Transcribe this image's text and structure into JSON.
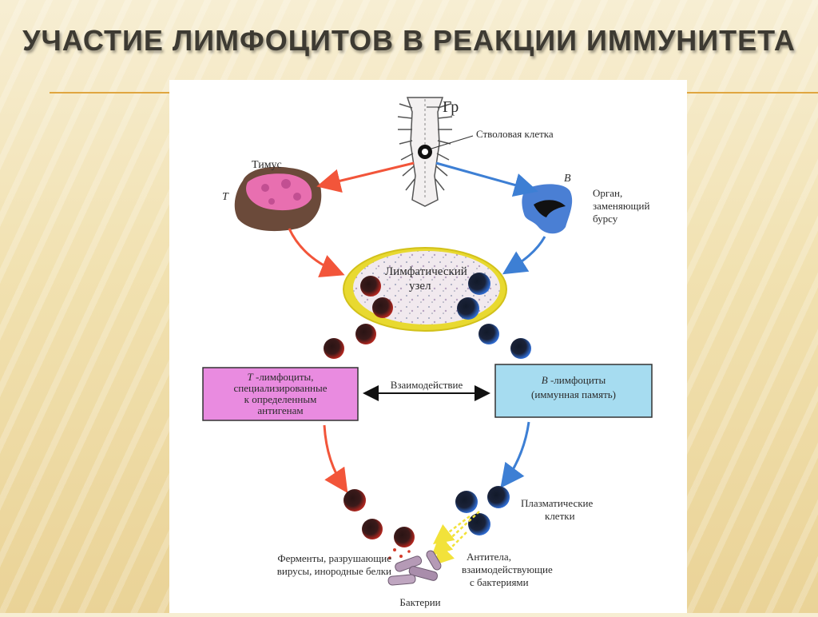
{
  "title": "УЧАСТИЕ ЛИМФОЦИТОВ В РЕАКЦИИ ИММУНИТЕТА",
  "labels": {
    "gr": "Гр",
    "stem_cell": "Стволовая клетка",
    "thymus": "Тимус",
    "t": "T",
    "b": "B",
    "organ_1": "Орган,",
    "organ_2": "заменяющий",
    "organ_3": "бурсу",
    "node_1": "Лимфатический",
    "node_2": "узел",
    "interaction": "Взаимодействие",
    "plasma_1": "Плазматические",
    "plasma_2": "клетки",
    "enzymes_1": "Ферменты, разрушающие",
    "enzymes_2": "вирусы, инородные белки",
    "antibodies_1": "Антитела,",
    "antibodies_2": "взаимодействующие",
    "antibodies_3": "с бактериями",
    "bacteria": "Бактерии"
  },
  "t_box": {
    "line1_letter": "T",
    "line1_rest": " -лимфоциты,",
    "line2": "специализированные",
    "line3": "к определенным",
    "line4": "антигенам"
  },
  "b_box": {
    "line1_letter": "B",
    "line1_rest": " -лимфоциты",
    "line2": "(иммунная память)"
  },
  "colors": {
    "t_box": "#e98be0",
    "b_box": "#a6dcf0",
    "t_arrow": "#f2553a",
    "b_arrow": "#3d7fd4",
    "node_rim": "#f2e23a",
    "antibody_arrow": "#f2e23a"
  }
}
